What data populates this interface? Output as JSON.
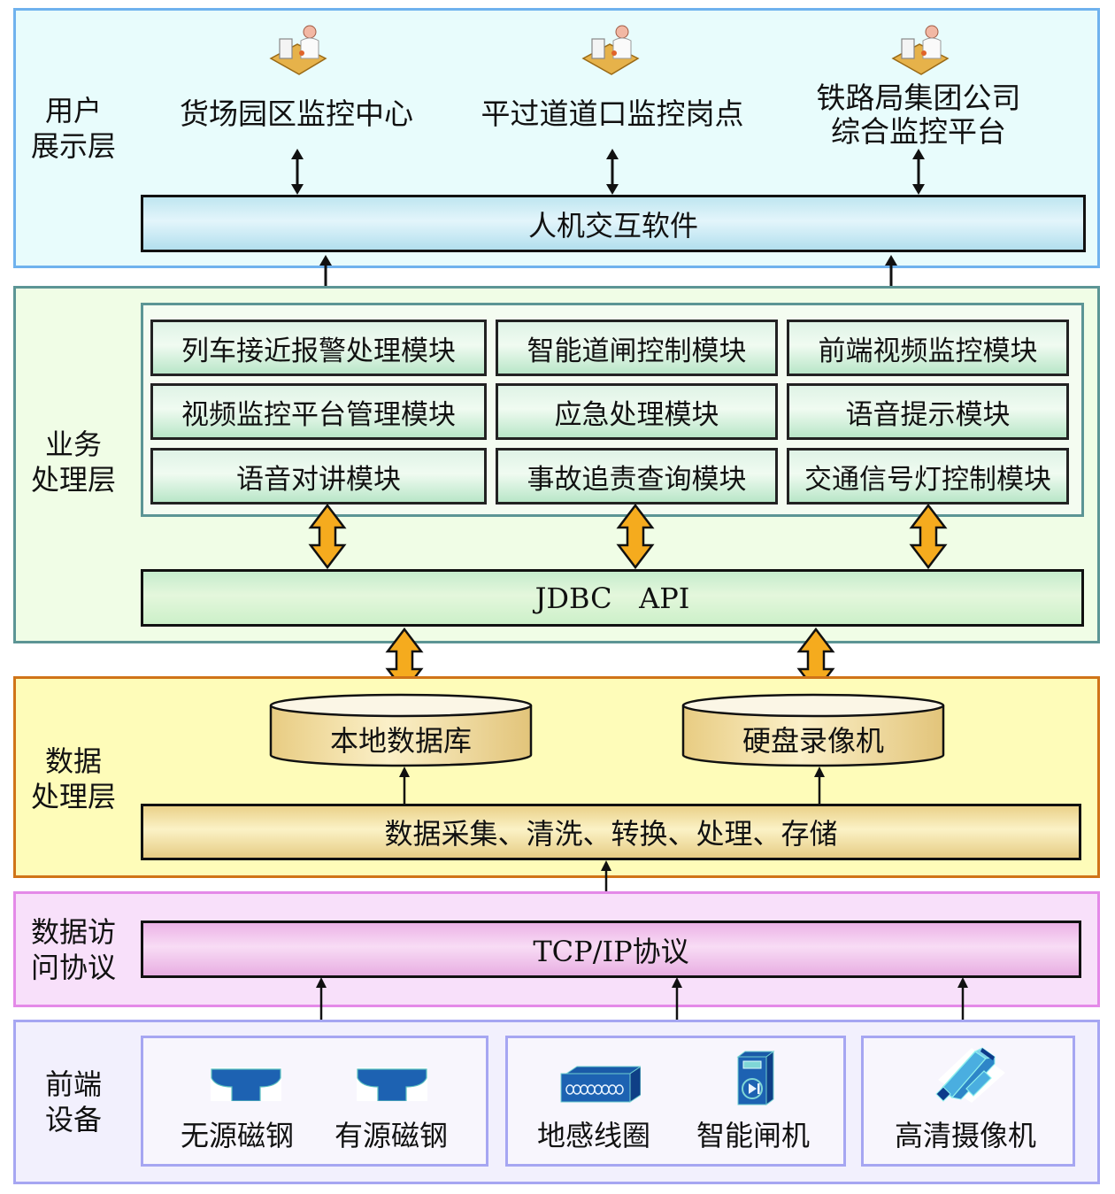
{
  "layers": {
    "user": {
      "label": "用户\n展示层",
      "label_line1": "用户",
      "label_line2": "展示层",
      "nodes": [
        {
          "label_line1": "货场园区监控中心",
          "label_line2": "",
          "icon": "operator-workstation-icon"
        },
        {
          "label_line1": "平过道道口监控岗点",
          "label_line2": "",
          "icon": "operator-workstation-icon"
        },
        {
          "label_line1": "铁路局集团公司",
          "label_line2": "综合监控平台",
          "icon": "operator-workstation-icon"
        }
      ],
      "bar": "人机交互软件",
      "colors": {
        "border": "#6fb2ee",
        "fill": "#e8fcfc"
      }
    },
    "business": {
      "label_line1": "业务",
      "label_line2": "处理层",
      "modules": [
        "列车接近报警处理模块",
        "智能道闸控制模块",
        "前端视频监控模块",
        "视频监控平台管理模块",
        "应急处理模块",
        "语音提示模块",
        "语音对讲模块",
        "事故追责查询模块",
        "交通信号灯控制模块"
      ],
      "bar": "JDBC   API",
      "colors": {
        "border": "#5c9595",
        "fill": "#f0fde6",
        "arrow": "#f5ab1e"
      }
    },
    "data": {
      "label_line1": "数据",
      "label_line2": "处理层",
      "stores": [
        "本地数据库",
        "硬盘录像机"
      ],
      "bar": "数据采集、清洗、转换、处理、存储",
      "colors": {
        "border": "#d07418",
        "fill": "#fefcb9"
      }
    },
    "protocol": {
      "label_line1": "数据访",
      "label_line2": "问协议",
      "bar": "TCP/IP协议",
      "colors": {
        "border": "#e48ae8",
        "fill": "#f8e0fa"
      }
    },
    "devices": {
      "label_line1": "前端",
      "label_line2": "设备",
      "groups": [
        {
          "items": [
            {
              "label": "无源磁钢",
              "icon": "passive-magnet-icon"
            },
            {
              "label": "有源磁钢",
              "icon": "active-magnet-icon"
            }
          ]
        },
        {
          "items": [
            {
              "label": "地感线圈",
              "icon": "ground-loop-icon"
            },
            {
              "label": "智能闸机",
              "icon": "smart-gate-icon"
            }
          ]
        },
        {
          "items": [
            {
              "label": "高清摄像机",
              "icon": "hd-camera-icon"
            }
          ]
        }
      ],
      "colors": {
        "border": "#a6a6f2",
        "fill": "#f2f0fd"
      }
    }
  }
}
